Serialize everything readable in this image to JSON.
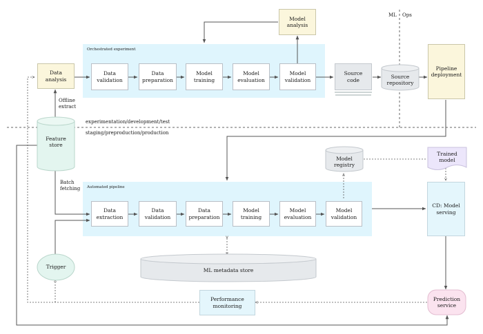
{
  "stage_labels": {
    "ml": "ML",
    "ops": "Ops",
    "dev": "experimentation/development/test",
    "prod": "staging/preproduction/production"
  },
  "orchestrated": {
    "title": "Orchestrated experiment",
    "steps": [
      "Data\nvalidation",
      "Data\npreparation",
      "Model\ntraining",
      "Model\nevaluation",
      "Model\nvalidation"
    ]
  },
  "automated": {
    "title": "Automated pipeline",
    "steps": [
      "Data\nextraction",
      "Data\nvalidation",
      "Data\npreparation",
      "Model\ntraining",
      "Model\nevaluation",
      "Model\nvalidation"
    ]
  },
  "nodes": {
    "model_analysis": "Model\nanalysis",
    "data_analysis": "Data\nanalysis",
    "source_code": "Source\ncode",
    "source_repository": "Source\nrepository",
    "pipeline_deployment": "Pipeline\ndeployment",
    "feature_store": "Feature\nstore",
    "model_registry": "Model\nregistry",
    "trained_model": "Trained\nmodel",
    "cd_model_serving": "CD: Model\nserving",
    "ml_metadata_store": "ML metadata store",
    "trigger": "Trigger",
    "performance_monitoring": "Performance\nmonitoring",
    "prediction_service": "Prediction\nservice"
  },
  "edge_labels": {
    "offline_extract": "Offline\nextract",
    "batch_fetching": "Batch\nfetching"
  },
  "colors": {
    "yellow": "#fbf6dc",
    "blue": "#e4f6fc",
    "green": "#e3f5ef",
    "pink": "#fbe3ef",
    "lavender": "#ece6fb",
    "grey": "#e6e9ec",
    "line": "#555555"
  }
}
